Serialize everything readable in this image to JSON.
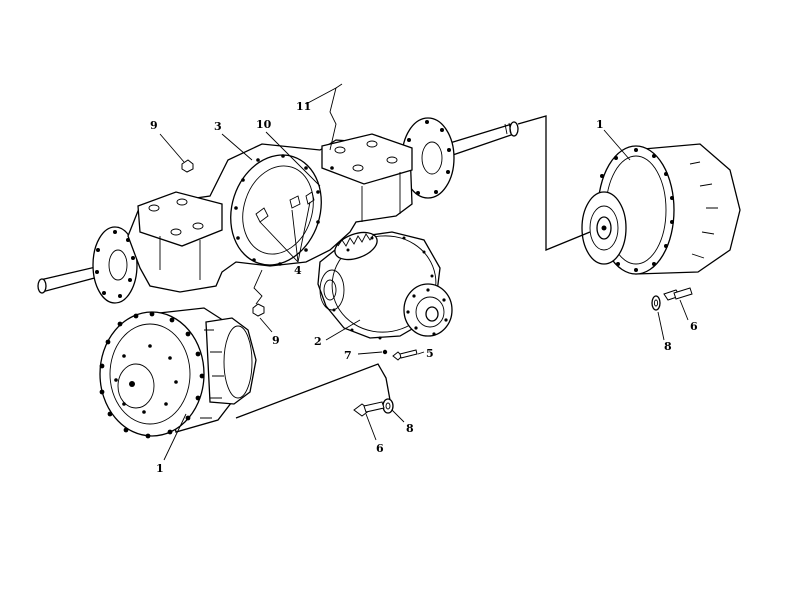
{
  "diagram": {
    "callouts": [
      {
        "id": "c-1-right",
        "text": "1"
      },
      {
        "id": "c-1-left",
        "text": "1"
      },
      {
        "id": "c-2",
        "text": "2"
      },
      {
        "id": "c-3",
        "text": "3"
      },
      {
        "id": "c-4",
        "text": "4"
      },
      {
        "id": "c-5",
        "text": "5"
      },
      {
        "id": "c-6-right",
        "text": "6"
      },
      {
        "id": "c-6-bottom",
        "text": "6"
      },
      {
        "id": "c-7",
        "text": "7"
      },
      {
        "id": "c-8-right",
        "text": "8"
      },
      {
        "id": "c-8-bottom",
        "text": "8"
      },
      {
        "id": "c-9-top",
        "text": "9"
      },
      {
        "id": "c-9-mid",
        "text": "9"
      },
      {
        "id": "c-10",
        "text": "10"
      },
      {
        "id": "c-11",
        "text": "11"
      }
    ]
  }
}
